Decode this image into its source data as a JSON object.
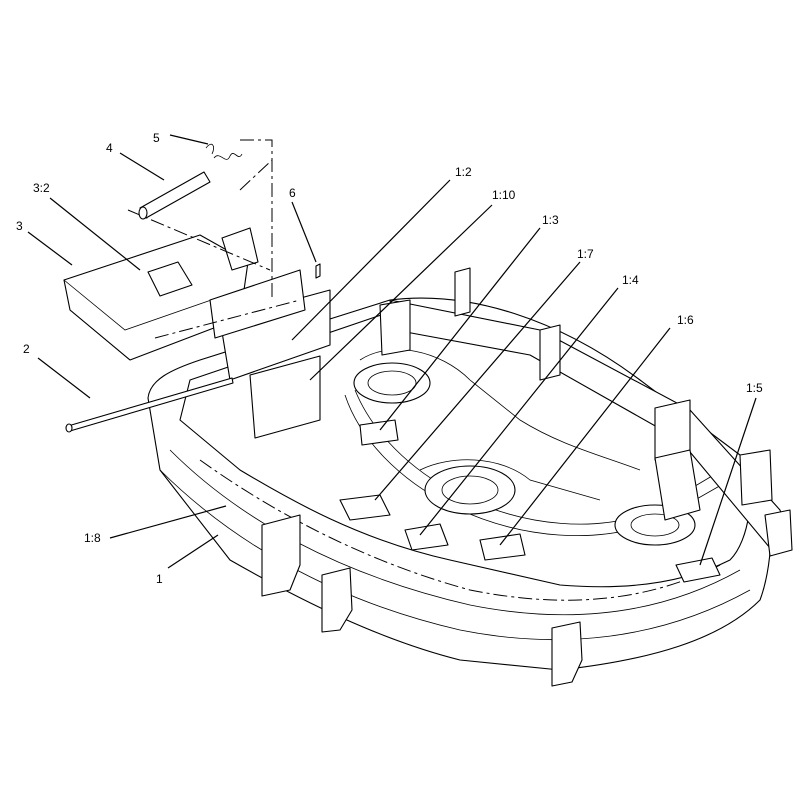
{
  "callouts": [
    {
      "id": "5",
      "text": "5"
    },
    {
      "id": "4",
      "text": "4"
    },
    {
      "id": "3:2",
      "text": "3:2"
    },
    {
      "id": "3",
      "text": "3"
    },
    {
      "id": "6",
      "text": "6"
    },
    {
      "id": "2",
      "text": "2"
    },
    {
      "id": "1:2",
      "text": "1:2"
    },
    {
      "id": "1:10",
      "text": "1:10"
    },
    {
      "id": "1:3",
      "text": "1:3"
    },
    {
      "id": "1:7",
      "text": "1:7"
    },
    {
      "id": "1:4",
      "text": "1:4"
    },
    {
      "id": "1:6",
      "text": "1:6"
    },
    {
      "id": "1:5",
      "text": "1:5"
    },
    {
      "id": "1:8",
      "text": "1:8"
    },
    {
      "id": "1",
      "text": "1"
    }
  ]
}
